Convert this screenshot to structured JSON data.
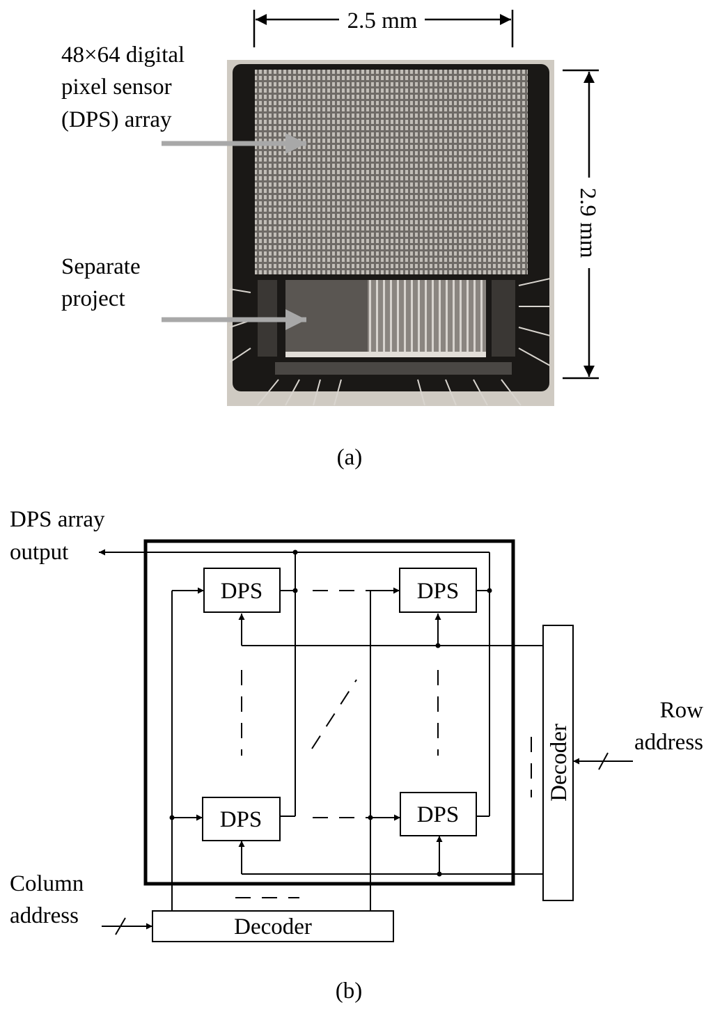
{
  "panel_a": {
    "caption": "(a)",
    "width_label": "2.5 mm",
    "height_label": "2.9 mm",
    "array_label": [
      "48×64 digital",
      "pixel sensor",
      "(DPS) array"
    ],
    "project_label": [
      "Separate",
      "project"
    ]
  },
  "panel_b": {
    "caption": "(b)",
    "output_label": [
      "DPS array",
      "output"
    ],
    "column_label": [
      "Column",
      "address"
    ],
    "row_label": [
      "Row",
      "address"
    ],
    "cell_label": "DPS",
    "column_decoder_label": "Decoder",
    "row_decoder_label": "Decoder"
  }
}
